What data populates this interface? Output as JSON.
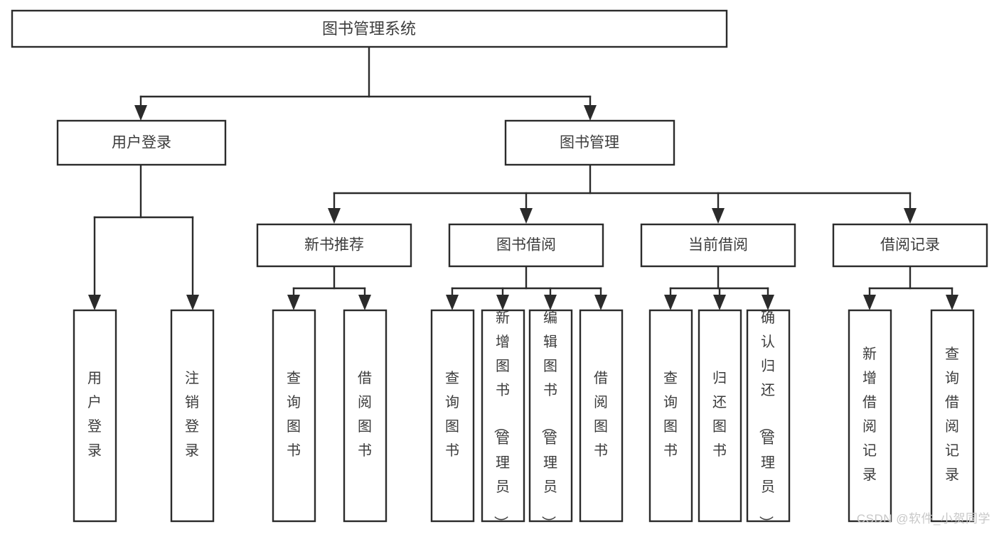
{
  "diagram": {
    "type": "tree-hierarchy",
    "title": "图书管理系统",
    "watermark": "CSDN @软件_小贺同学",
    "colors": {
      "stroke": "#2b2b2b",
      "fill": "#ffffff",
      "text": "#3c3c3c",
      "watermark": "#c8c8c8"
    },
    "root": {
      "label": "图书管理系统"
    },
    "level2": [
      {
        "label": "用户登录"
      },
      {
        "label": "图书管理"
      }
    ],
    "level3": [
      {
        "label": "新书推荐"
      },
      {
        "label": "图书借阅"
      },
      {
        "label": "当前借阅"
      },
      {
        "label": "借阅记录"
      }
    ],
    "leaves": {
      "user_login": [
        {
          "label": "用户登录"
        },
        {
          "label": "注销登录"
        }
      ],
      "new_book": [
        {
          "label": "查询图书"
        },
        {
          "label": "借阅图书"
        }
      ],
      "book_borrow": [
        {
          "label": "查询图书"
        },
        {
          "label": "新增图书（管理员）"
        },
        {
          "label": "编辑图书（管理员）"
        },
        {
          "label": "借阅图书"
        }
      ],
      "current_borrow": [
        {
          "label": "查询图书"
        },
        {
          "label": "归还图书"
        },
        {
          "label": "确认归还（管理员）"
        }
      ],
      "borrow_record": [
        {
          "label": "新增借阅记录"
        },
        {
          "label": "查询借阅记录"
        }
      ]
    }
  }
}
